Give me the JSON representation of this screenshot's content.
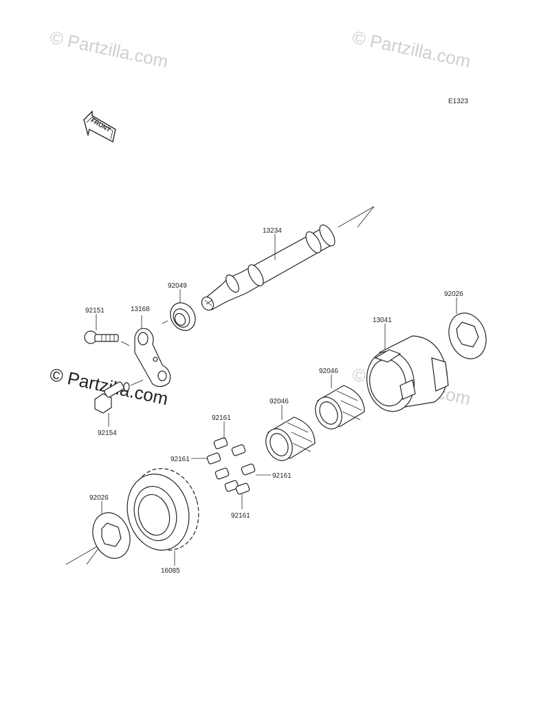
{
  "diagram_code": "E1323",
  "front_label": "FRONT",
  "watermarks": [
    {
      "text": "© Partzilla.com"
    },
    {
      "text": "© Partzilla.com"
    },
    {
      "text": "© Partzilla.com"
    },
    {
      "text": "© Partzilla.com"
    }
  ],
  "parts": {
    "shaft": "13234",
    "oil_seal": "92049",
    "bolt": "92151",
    "arm": "13168",
    "pin_bolt": "92154",
    "hub": "13041",
    "washer_right": "92026",
    "bearing_right": "92046",
    "bearing_left": "92046",
    "roller_top": "92161",
    "roller_left": "92161",
    "roller_right": "92161",
    "roller_bottom": "92161",
    "washer_left": "92026",
    "gear": "16085"
  }
}
